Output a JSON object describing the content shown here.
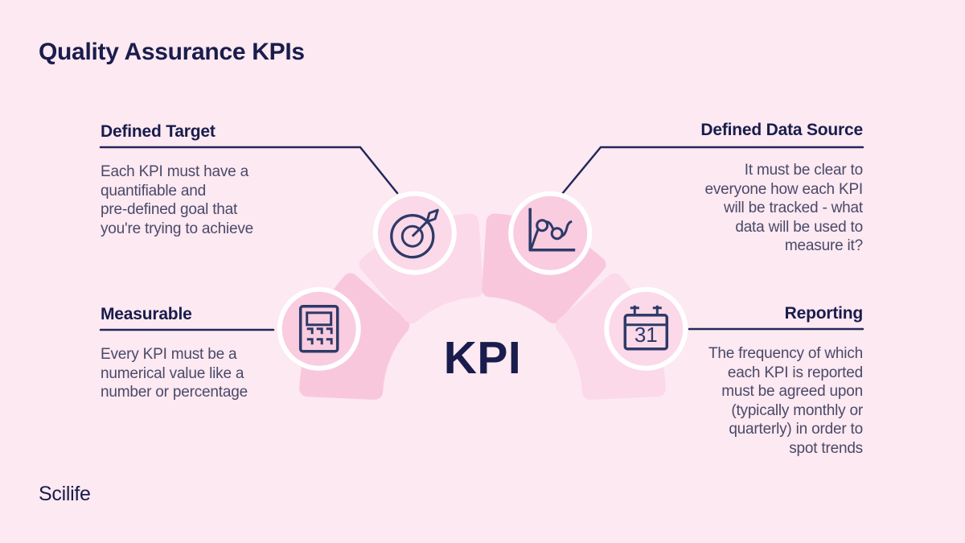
{
  "title": "Quality Assurance KPIs",
  "center_label": "KPI",
  "logo": "Scilife",
  "calendar_day": "31",
  "sections": [
    {
      "id": "defined-target",
      "label": "Defined Target",
      "description": "Each KPI must have a\nquantifiable and\npre-defined goal that\nyou're trying to achieve",
      "icon": "target-icon"
    },
    {
      "id": "defined-data-source",
      "label": "Defined Data Source",
      "description": "It must be clear to\neveryone how each KPI\nwill be tracked - what\ndata will be used to\nmeasure it?",
      "icon": "line-chart-icon"
    },
    {
      "id": "measurable",
      "label": "Measurable",
      "description": "Every KPI must be a\nnumerical value like a\nnumber or percentage",
      "icon": "calculator-icon"
    },
    {
      "id": "reporting",
      "label": "Reporting",
      "description": "The frequency of which\neach KPI is reported\nmust be agreed upon\n(typically monthly or\nquarterly) in order to\nspot trends",
      "icon": "calendar-icon"
    }
  ],
  "colors": {
    "bg": "#FCE9F1",
    "heading": "#191C4C",
    "body_text": "#4A4969",
    "line": "#232759",
    "icon": "#2E3A68",
    "segment_dark": "#F9C7DC",
    "segment_light": "#FBD9E8",
    "circle_dark": "#F9CCE0",
    "circle_light": "#FBD9E8",
    "ring": "#FFFFFF"
  }
}
